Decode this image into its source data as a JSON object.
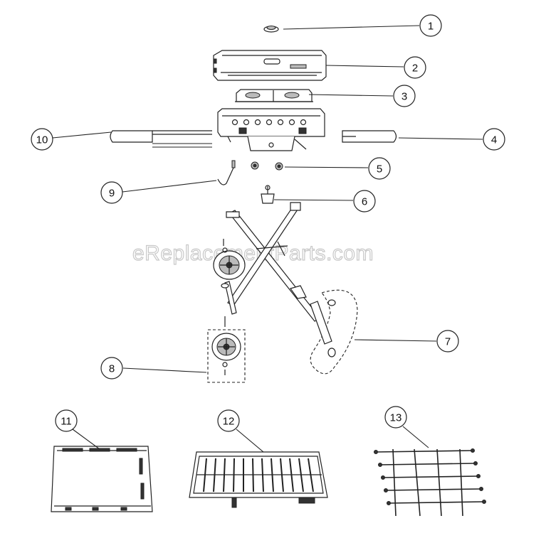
{
  "watermark": "eReplacementParts.com",
  "callouts": {
    "c1": "1",
    "c2": "2",
    "c3": "3",
    "c4": "4",
    "c5": "5",
    "c6": "6",
    "c7": "7",
    "c8": "8",
    "c9": "9",
    "c10": "10",
    "c11": "11",
    "c12": "12",
    "c13": "13"
  }
}
